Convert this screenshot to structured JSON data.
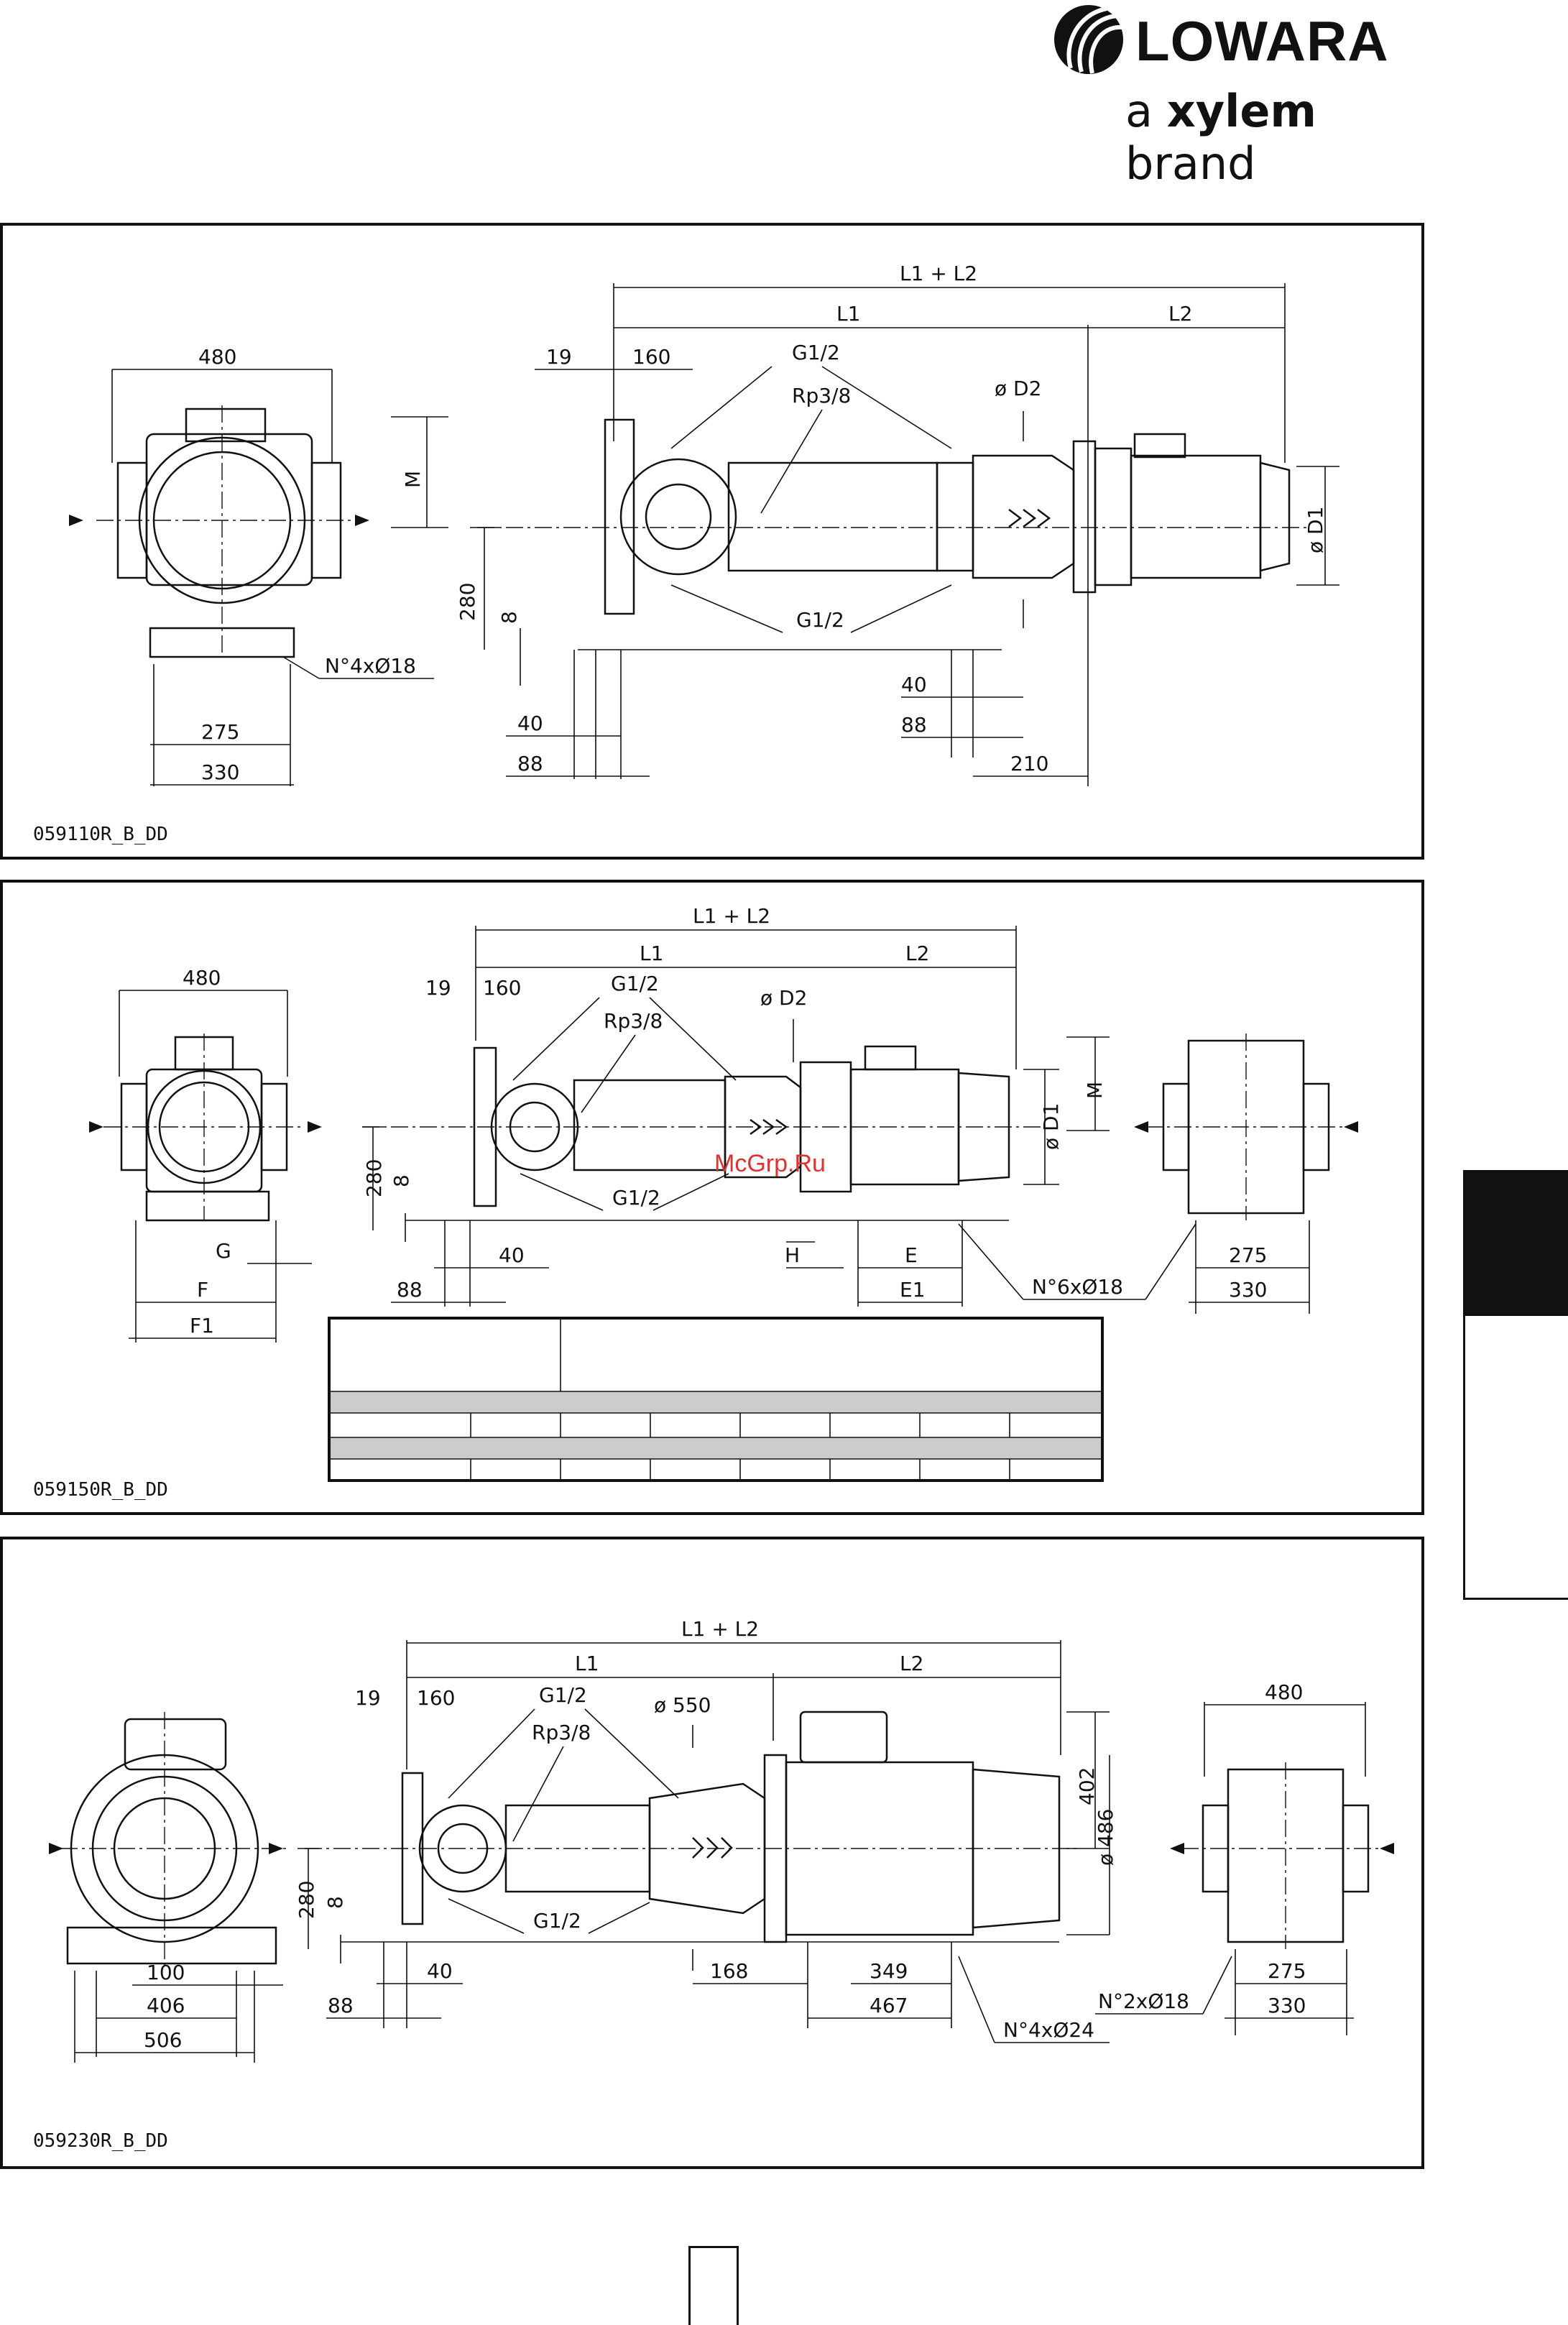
{
  "brand": {
    "name": "LOWARA",
    "tagline_pre": "a ",
    "tagline_bold": "xylem",
    "tagline_post": " brand"
  },
  "watermark": "McGrp.Ru",
  "panels": [
    {
      "code": "059110R_B_DD",
      "dims": {
        "w480": "480",
        "w275": "275",
        "w330": "330",
        "holes": "N°4xØ18",
        "l1l2": "L1 + L2",
        "l1": "L1",
        "l2": "L2",
        "d19": "19",
        "d160": "160",
        "g12a": "G1/2",
        "rp38": "Rp3/8",
        "d2": "ø D2",
        "d1": "ø D1",
        "m": "M",
        "h280": "280",
        "h8": "8",
        "g12b": "G1/2",
        "d40a": "40",
        "d88a": "88",
        "d40b": "40",
        "d88b": "88",
        "d210": "210"
      }
    },
    {
      "code": "059150R_B_DD",
      "dims": {
        "w480": "480",
        "g": "G",
        "f": "F",
        "f1": "F1",
        "l1l2": "L1 + L2",
        "l1": "L1",
        "l2": "L2",
        "d19": "19",
        "d160": "160",
        "g12a": "G1/2",
        "rp38": "Rp3/8",
        "d2": "ø D2",
        "d1": "ø D1",
        "m": "M",
        "h280": "280",
        "h8": "8",
        "g12b": "G1/2",
        "d40": "40",
        "d88": "88",
        "h": "H",
        "e": "E",
        "e1": "E1",
        "holes": "N°6xØ18",
        "w275": "275",
        "w330": "330"
      }
    },
    {
      "code": "059230R_B_DD",
      "dims": {
        "w100": "100",
        "w406": "406",
        "w506": "506",
        "l1l2": "L1 + L2",
        "l1": "L1",
        "l2": "L2",
        "d19": "19",
        "d160": "160",
        "g12a": "G1/2",
        "rp38": "Rp3/8",
        "d550": "ø 550",
        "d402": "402",
        "d486": "ø 486",
        "h280": "280",
        "h8": "8",
        "g12b": "G1/2",
        "d40": "40",
        "d88": "88",
        "d168": "168",
        "d349": "349",
        "d467": "467",
        "holes4": "N°4xØ24",
        "holes2": "N°2xØ18",
        "w480": "480",
        "w275": "275",
        "w330": "330"
      }
    }
  ]
}
